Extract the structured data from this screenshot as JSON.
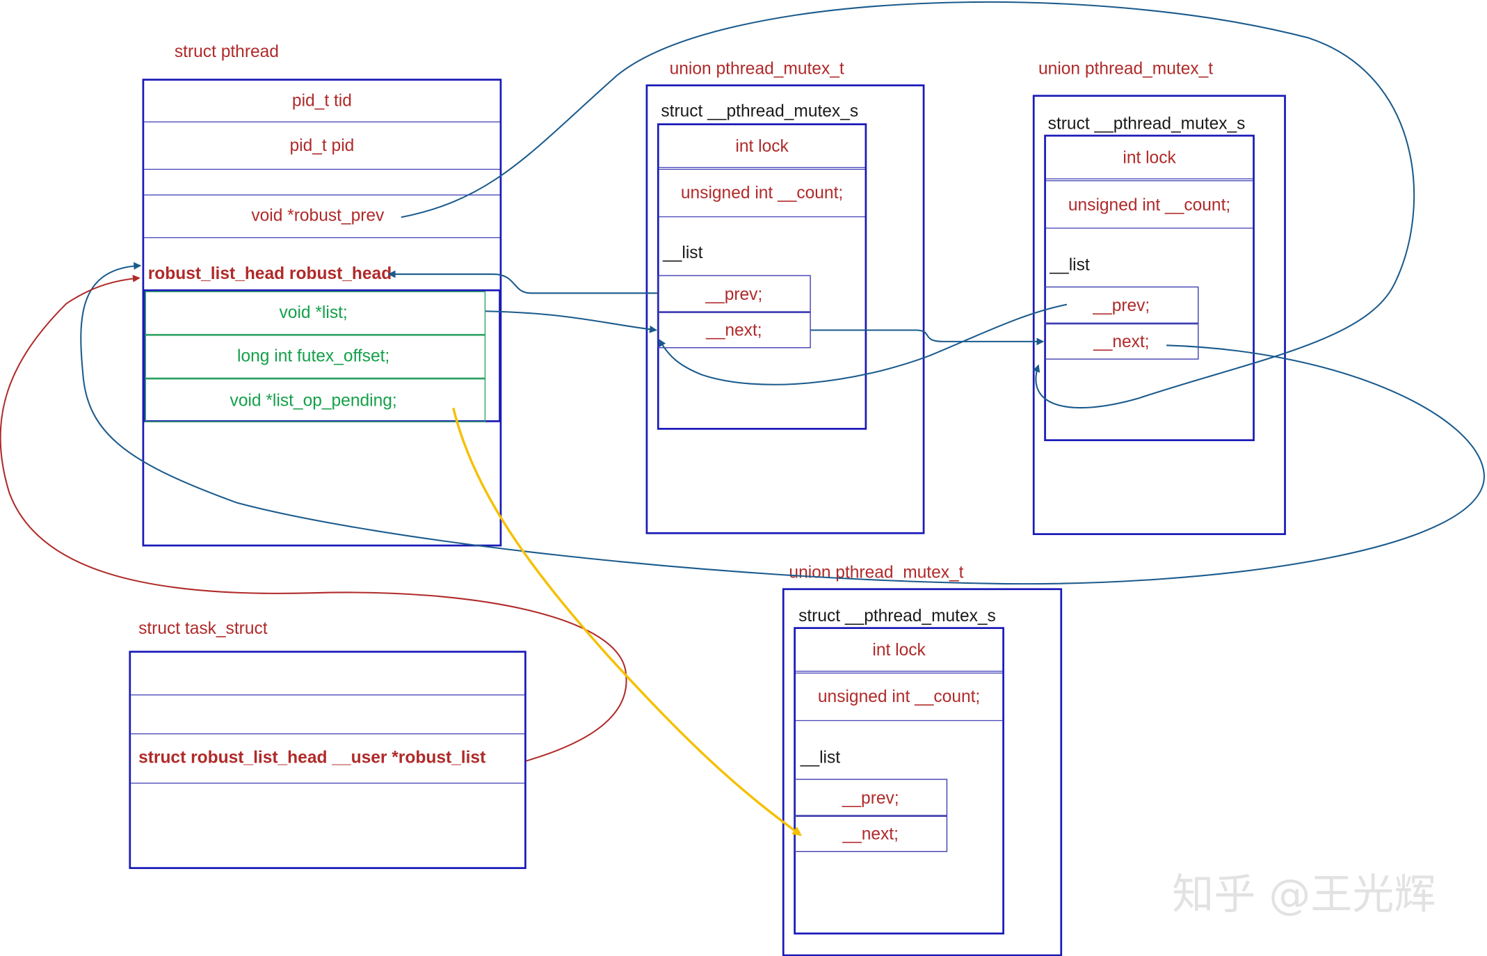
{
  "pthread": {
    "title": "struct pthread",
    "tid": "pid_t tid",
    "pid": "pid_t pid",
    "robust_prev": "void *robust_prev",
    "robust_head": "robust_list_head robust_head",
    "list": "void *list;",
    "futex_offset": "long int futex_offset;",
    "list_op_pending": "void *list_op_pending;"
  },
  "mutex1": {
    "union_title": "union pthread_mutex_t",
    "struct_title": "struct __pthread_mutex_s",
    "lock": "int lock",
    "count": "unsigned int __count;",
    "list": "__list",
    "prev": "__prev;",
    "next": "__next;"
  },
  "mutex2": {
    "union_title": "union pthread_mutex_t",
    "struct_title": "struct __pthread_mutex_s",
    "lock": "int lock",
    "count": "unsigned int __count;",
    "list": "__list",
    "prev": "__prev;",
    "next": "__next;"
  },
  "mutex3": {
    "union_title": "union pthread_mutex_t",
    "struct_title": "struct __pthread_mutex_s",
    "lock": "int lock",
    "count": "unsigned int __count;",
    "list": "__list",
    "prev": "__prev;",
    "next": "__next;"
  },
  "task_struct": {
    "title": "struct task_struct",
    "robust_list": "struct robust_list_head __user *robust_list"
  },
  "watermark": "知乎 @王光辉",
  "colors": {
    "box_border": "#1a1ab8",
    "label_red": "#b02a2a",
    "label_green": "#14a04a",
    "arrow_blue": "#1a5a8c",
    "arrow_red": "#b02a2a",
    "arrow_yellow": "#f5c000"
  }
}
